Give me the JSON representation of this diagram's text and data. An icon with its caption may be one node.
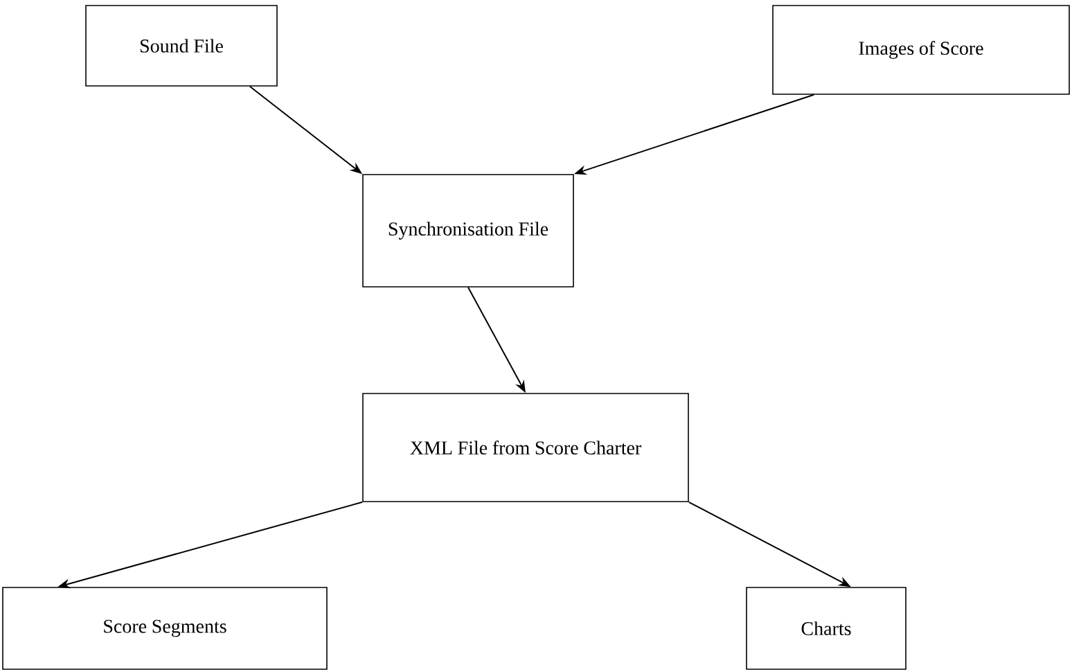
{
  "diagram": {
    "nodes": [
      {
        "text": [
          "Sound File"
        ]
      },
      {
        "text": [
          "Images of Score"
        ]
      },
      {
        "text": [
          "Synchronisation File"
        ]
      },
      {
        "text": [
          "XML File from Score Charter"
        ]
      },
      {
        "text": [
          "Score Segments"
        ]
      },
      {
        "text": [
          "Charts"
        ]
      }
    ],
    "edges": [
      {
        "from": 0,
        "to": 2,
        "arrow": "to"
      },
      {
        "from": 1,
        "to": 2,
        "arrow": "to"
      },
      {
        "from": 2,
        "to": 3,
        "arrow": "to"
      },
      {
        "from": 3,
        "to": 4,
        "arrow": "to"
      },
      {
        "from": 3,
        "to": 5,
        "arrow": "to"
      }
    ]
  }
}
